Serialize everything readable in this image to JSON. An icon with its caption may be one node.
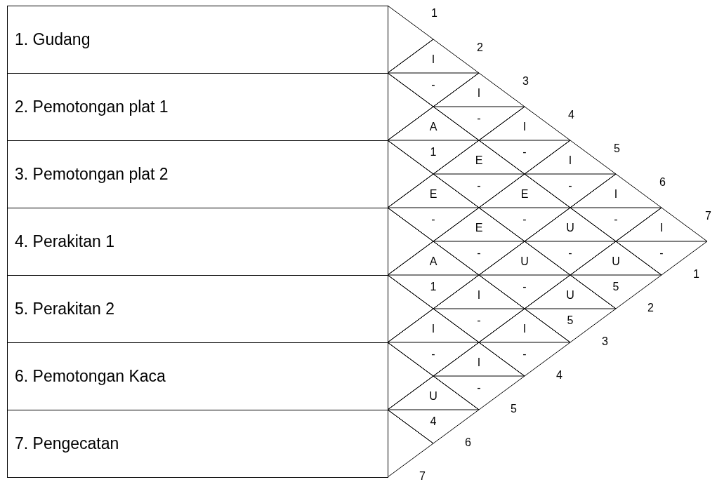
{
  "diagram": {
    "nodes": [
      {
        "text": [
          "1. Gudang"
        ]
      },
      {
        "text": [
          "2. Pemotongan plat 1"
        ]
      },
      {
        "text": [
          "3. Pemotongan plat 2"
        ]
      },
      {
        "text": [
          "4. Perakitan 1"
        ]
      },
      {
        "text": [
          "5. Perakitan 2"
        ]
      },
      {
        "text": [
          "6. Pemotongan Kaca"
        ]
      },
      {
        "text": [
          "7. Pengecatan"
        ]
      },
      {
        "text": [
          "I",
          "-"
        ]
      },
      {
        "text": [
          "I",
          "-"
        ]
      },
      {
        "text": [
          "A",
          "1"
        ]
      },
      {
        "text": [
          "I",
          "-"
        ]
      },
      {
        "text": [
          "E",
          "-"
        ]
      },
      {
        "text": [
          "E",
          "-"
        ]
      },
      {
        "text": [
          "I",
          "-"
        ]
      },
      {
        "text": [
          "E",
          "-"
        ]
      },
      {
        "text": [
          "E",
          "-"
        ]
      },
      {
        "text": [
          "A",
          "1"
        ]
      },
      {
        "text": [
          "I",
          "-"
        ]
      },
      {
        "text": [
          "U",
          "-"
        ]
      },
      {
        "text": [
          "U",
          "-"
        ]
      },
      {
        "text": [
          "I",
          "-"
        ]
      },
      {
        "text": [
          "I",
          "-"
        ]
      },
      {
        "text": [
          "I",
          "-"
        ]
      },
      {
        "text": [
          "U",
          "5"
        ]
      },
      {
        "text": [
          "U",
          "5"
        ]
      },
      {
        "text": [
          "I",
          "-"
        ]
      },
      {
        "text": [
          "I",
          "-"
        ]
      },
      {
        "text": [
          "U",
          "4"
        ]
      }
    ],
    "labels": [
      "1",
      "2",
      "3",
      "4",
      "5",
      "6",
      "7",
      "1",
      "2",
      "3",
      "4",
      "5",
      "6",
      "7"
    ]
  }
}
